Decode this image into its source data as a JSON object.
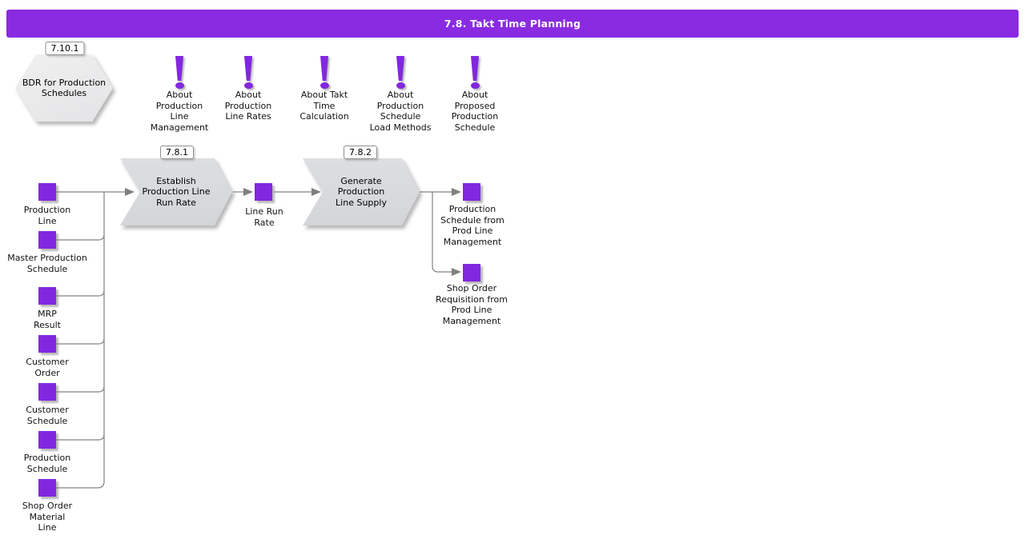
{
  "title_bar": {
    "title": "7.8. Takt Time Planning"
  },
  "colors": {
    "accent_purple": "#8A2BE2",
    "node_purple": "#8227E0",
    "process_gray": "#D8DADD",
    "hexagon_gray": "#ECECEE",
    "connector_gray": "#7F7F7F"
  },
  "hexagon": {
    "ref": "7.10.1",
    "label": "BDR for Production\nSchedules"
  },
  "info_items": [
    {
      "label": "About\nProduction\nLine\nManagement"
    },
    {
      "label": "About\nProduction\nLine Rates"
    },
    {
      "label": "About Takt\nTime\nCalculation"
    },
    {
      "label": "About\nProduction\nSchedule\nLoad Methods"
    },
    {
      "label": "About\nProposed\nProduction\nSchedule"
    }
  ],
  "processes": [
    {
      "ref": "7.8.1",
      "label": "Establish\nProduction Line\nRun Rate"
    },
    {
      "ref": "7.8.2",
      "label": "Generate\nProduction\nLine Supply"
    }
  ],
  "inputs": [
    {
      "label": "Production\nLine"
    },
    {
      "label": "Master Production\nSchedule"
    },
    {
      "label": "MRP\nResult"
    },
    {
      "label": "Customer\nOrder"
    },
    {
      "label": "Customer\nSchedule"
    },
    {
      "label": "Production\nSchedule"
    },
    {
      "label": "Shop Order\nMaterial\nLine"
    }
  ],
  "intermediates": [
    {
      "label": "Line Run\nRate"
    }
  ],
  "outputs": [
    {
      "label": "Production\nSchedule from\nProd Line\nManagement"
    },
    {
      "label": "Shop Order\nRequisition from\nProd Line\nManagement"
    }
  ]
}
